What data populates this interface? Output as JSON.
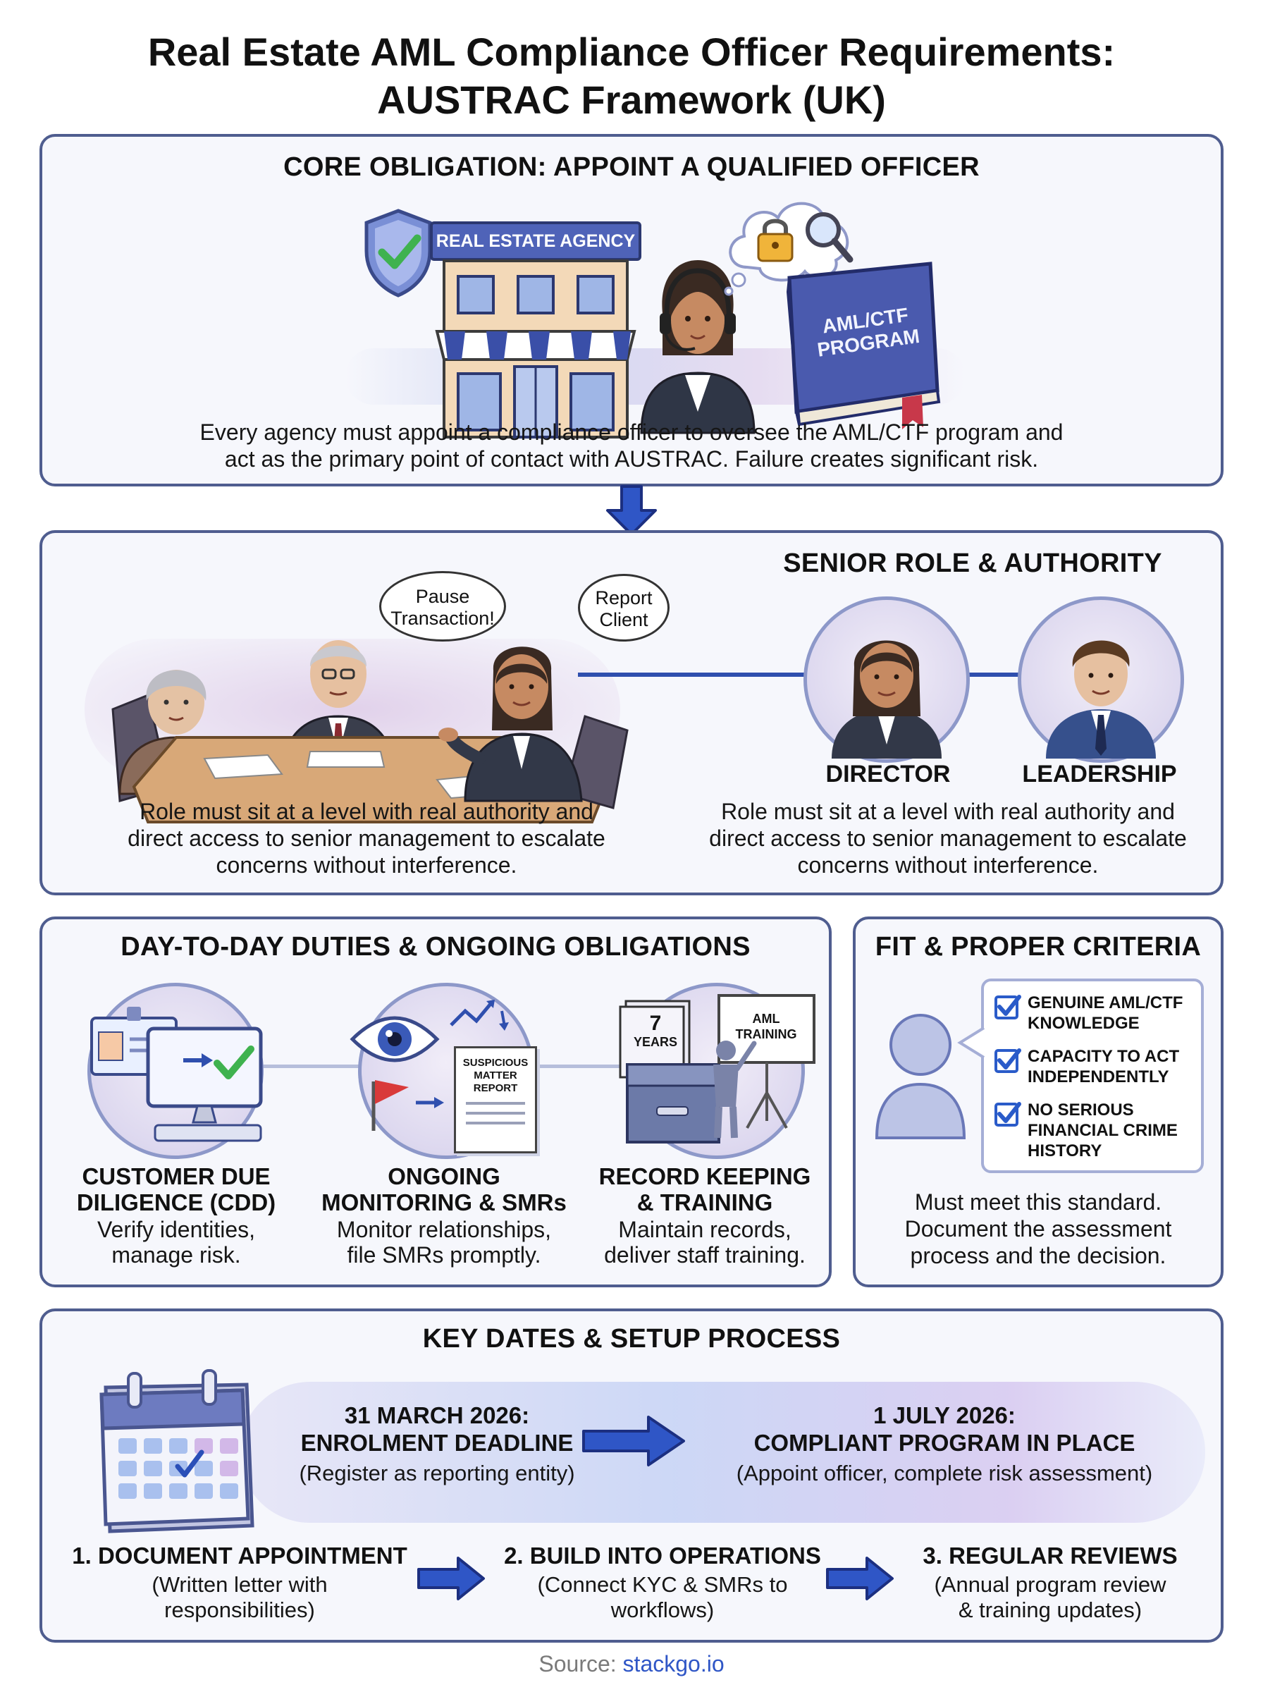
{
  "title": {
    "line1": "Real Estate AML Compliance Officer Requirements:",
    "line2": "AUSTRAC Framework (UK)"
  },
  "core": {
    "heading": "CORE OBLIGATION: APPOINT A QUALIFIED OFFICER",
    "agency_sign": "REAL ESTATE AGENCY",
    "book_label_1": "AML/CTF",
    "book_label_2": "PROGRAM",
    "body_1": "Every agency must appoint a compliance officer to oversee the AML/CTF program and",
    "body_2": "act as the primary point of contact with AUSTRAC. Failure creates significant risk."
  },
  "senior": {
    "heading": "SENIOR ROLE & AUTHORITY",
    "bubble_1_line1": "Pause",
    "bubble_1_line2": "Transaction!",
    "bubble_2_line1": "Report",
    "bubble_2_line2": "Client",
    "director_label": "DIRECTOR",
    "leadership_label": "LEADERSHIP",
    "left_text_1": "Role must sit at a level with real authority and",
    "left_text_2": "direct access to senior management to escalate",
    "left_text_3": "concerns without interference.",
    "right_text_1": "Role must sit at a level with real authority and",
    "right_text_2": "direct access to senior management to escalate",
    "right_text_3": "concerns without interference."
  },
  "duties": {
    "heading": "DAY-TO-DAY DUTIES & ONGOING OBLIGATIONS",
    "smr_doc_1": "SUSPICIOUS",
    "smr_doc_2": "MATTER",
    "smr_doc_3": "REPORT",
    "years_num": "7",
    "years_label": "YEARS",
    "board_1": "AML",
    "board_2": "TRAINING",
    "items": [
      {
        "title_1": "CUSTOMER DUE",
        "title_2": "DILIGENCE (CDD)",
        "desc_1": "Verify identities,",
        "desc_2": "manage risk."
      },
      {
        "title_1": "ONGOING",
        "title_2": "MONITORING & SMRs",
        "desc_1": "Monitor relationships,",
        "desc_2": "file SMRs promptly."
      },
      {
        "title_1": "RECORD KEEPING",
        "title_2": "& TRAINING",
        "desc_1": "Maintain records,",
        "desc_2": "deliver staff training."
      }
    ]
  },
  "fit": {
    "heading": "FIT & PROPER CRITERIA",
    "criteria": [
      {
        "line1": "GENUINE AML/CTF",
        "line2": "KNOWLEDGE"
      },
      {
        "line1": "CAPACITY TO ACT",
        "line2": "INDEPENDENTLY"
      },
      {
        "line1": "NO SERIOUS",
        "line2": "FINANCIAL CRIME",
        "line3": "HISTORY"
      }
    ],
    "text_1": "Must meet this standard.",
    "text_2": "Document the assessment",
    "text_3": "process and the decision."
  },
  "dates": {
    "heading": "KEY DATES & SETUP PROCESS",
    "d1_line1": "31 MARCH 2026:",
    "d1_line2": "ENROLMENT DEADLINE",
    "d1_sub": "(Register as reporting entity)",
    "d2_line1": "1 JULY 2026:",
    "d2_line2": "COMPLIANT PROGRAM IN PLACE",
    "d2_sub": "(Appoint officer, complete risk assessment)",
    "steps": [
      {
        "title": "1. DOCUMENT APPOINTMENT",
        "sub_1": "(Written letter with",
        "sub_2": "responsibilities)"
      },
      {
        "title": "2. BUILD INTO OPERATIONS",
        "sub_1": "(Connect KYC & SMRs to",
        "sub_2": "workflows)"
      },
      {
        "title": "3. REGULAR REVIEWS",
        "sub_1": "(Annual program review",
        "sub_2": "& training updates)"
      }
    ]
  },
  "footer": {
    "source_label": "Source:",
    "source_link": "stackgo.io"
  },
  "colors": {
    "accent_blue": "#2f4fae",
    "panel_border": "#4f5d8f",
    "check_blue": "#2a5bc9",
    "check_green": "#3fb24f"
  }
}
